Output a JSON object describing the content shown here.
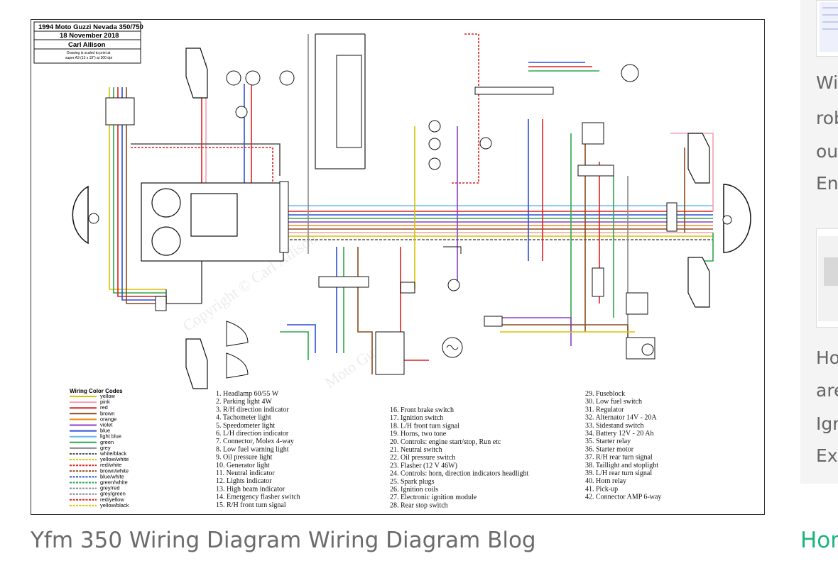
{
  "title_block": {
    "line1": "1994 Moto Guzzi Nevada 350/750",
    "line2": "18 November 2018",
    "line3": "Carl Allison",
    "note1": "Drawing is scaled to print at",
    "note2": "super A3 (13 x 19\") at 300 dpi"
  },
  "legend": {
    "title": "Wiring  Color  Codes",
    "items": [
      {
        "label": "yellow",
        "color": "#d6c400"
      },
      {
        "label": "pink",
        "color": "#f4a0b4"
      },
      {
        "label": "red",
        "color": "#e02020"
      },
      {
        "label": "brown",
        "color": "#8b4a1c"
      },
      {
        "label": "orange",
        "color": "#f08a1e"
      },
      {
        "label": "violet",
        "color": "#8a3fc4"
      },
      {
        "label": "blue",
        "color": "#2a4fd8"
      },
      {
        "label": "light blue",
        "color": "#6ab8f0"
      },
      {
        "label": "green",
        "color": "#2aa84a"
      },
      {
        "label": "grey",
        "color": "#8a8a8a"
      },
      {
        "label": "white/black",
        "color": "#555555"
      },
      {
        "label": "yellow/white",
        "color": "#d6c400"
      },
      {
        "label": "red/white",
        "color": "#e02020"
      },
      {
        "label": "brown/white",
        "color": "#8b4a1c"
      },
      {
        "label": "blue/white",
        "color": "#2a4fd8"
      },
      {
        "label": "green/white",
        "color": "#2aa84a"
      },
      {
        "label": "grey/red",
        "color": "#8a8a8a"
      },
      {
        "label": "grey/green",
        "color": "#8a8a8a"
      },
      {
        "label": "red/yellow",
        "color": "#e02020"
      },
      {
        "label": "yellow/black",
        "color": "#d6c400"
      }
    ]
  },
  "parts_col1": [
    "1. Headlamp 60/55 W",
    "2. Parking light 4W",
    "3. R/H direction indicator",
    "4. Tachometer light",
    "5. Speedometer light",
    "6. L/H direction indicator",
    "7. Connector, Molex 4-way",
    "8. Low fuel warning light",
    "9. Oil pressure light",
    "10. Generator light",
    "11. Neutral indicator",
    "12. Lights indicator",
    "13. High beam indicator",
    "14. Emergency flasher switch",
    "15. R/H front turn signal"
  ],
  "parts_col2": [
    "16. Front brake switch",
    "17. Ignition switch",
    "18. L/H front turn signal",
    "19. Horns, two tone",
    "20. Controls: engine start/stop, Run etc",
    "21. Neutral switch",
    "22. Oil pressure switch",
    "23. Flasher (12 V 46W)",
    "24. Controls: horn, direction indicators headlight",
    "25. Spark plugs",
    "26. Ignition coils",
    "27. Electronic ignition module",
    "28. Rear stop switch"
  ],
  "parts_col3": [
    "29. Fuseblock",
    "30. Low fuel switch",
    "31. Regulator",
    "32. Alternator 14V - 20A",
    "33. Sidestand switch",
    "34. Battery 12V - 20 Ah",
    "35. Starter relay",
    "36. Starter motor",
    "37. R/H rear turn signal",
    "38. Taillight and stoplight",
    "39. L/H rear turn signal",
    "40. Horn relay",
    "41. Pick-up",
    "42. Connector AMP 6-way"
  ],
  "watermark": [
    "Copyright © Carl Allison",
    "Moto Guzzi"
  ],
  "caption": "Yfm 350 Wiring Diagram Wiring Diagram Blog",
  "sidebar": {
    "lines1": [
      "Wi",
      "rob",
      "ou",
      "En"
    ],
    "lines2": [
      "Ho",
      "are",
      "Igr",
      "Exe"
    ],
    "link": "Hon"
  }
}
